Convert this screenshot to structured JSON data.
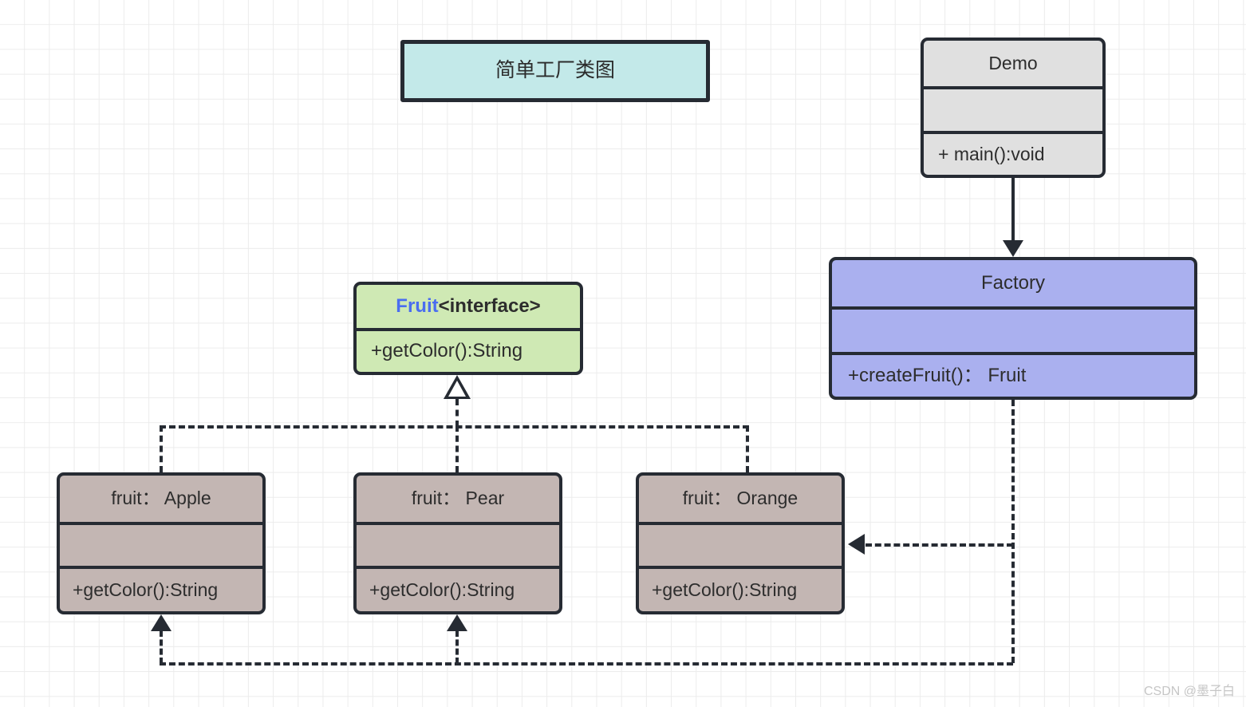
{
  "diagram": {
    "title_box": {
      "label": "简单工厂类图"
    },
    "classes": [
      {
        "key": "demo",
        "name": "Demo",
        "attributes": "",
        "methods": "+ main():void"
      },
      {
        "key": "factory",
        "name": "Factory",
        "attributes": "",
        "methods": "+createFruit()： Fruit"
      },
      {
        "key": "fruit",
        "name_prefix": "Fruit",
        "name_suffix": "<interface>",
        "methods": "+getColor():String"
      },
      {
        "key": "apple",
        "name": "fruit： Apple",
        "attributes": "",
        "methods": "+getColor():String"
      },
      {
        "key": "pear",
        "name": "fruit： Pear",
        "attributes": "",
        "methods": "+getColor():String"
      },
      {
        "key": "orange",
        "name": "fruit： Orange",
        "attributes": "",
        "methods": "+getColor():String"
      }
    ],
    "colors": {
      "title_fill": "#c3e9e9",
      "demo_fill": "#e0e0e0",
      "factory_fill": "#aab0ef",
      "interface_fill": "#cfe9b4",
      "impl_fill": "#c3b6b3",
      "stroke": "#262b33",
      "interface_name": "#4a6df0",
      "grid": "#ececec"
    },
    "relations": [
      {
        "kind": "association-solid-arrow",
        "from": "demo",
        "to": "factory"
      },
      {
        "kind": "realization-dashed-hollow",
        "from": "apple",
        "to": "fruit"
      },
      {
        "kind": "realization-dashed-hollow",
        "from": "pear",
        "to": "fruit"
      },
      {
        "kind": "realization-dashed-hollow",
        "from": "orange",
        "to": "fruit"
      },
      {
        "kind": "dependency-dashed-arrow",
        "from": "factory",
        "to": "orange"
      },
      {
        "kind": "dependency-dashed-arrow",
        "from": "factory",
        "to": "apple"
      },
      {
        "kind": "dependency-dashed-arrow",
        "from": "factory",
        "to": "pear"
      }
    ]
  },
  "watermark": {
    "text": "CSDN @墨子白"
  }
}
